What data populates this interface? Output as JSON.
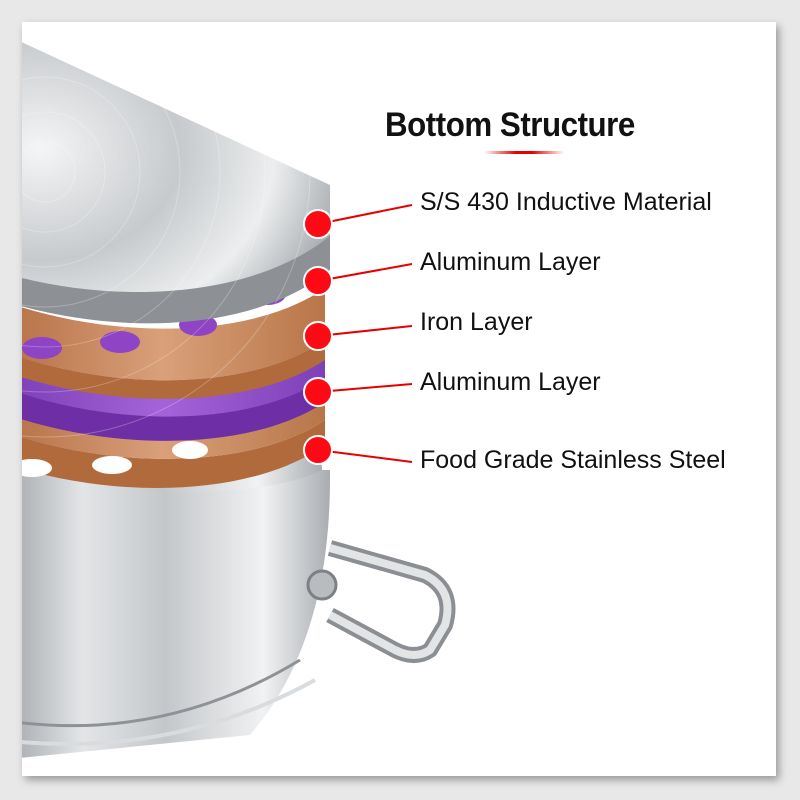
{
  "title": "Bottom Structure",
  "layers": [
    {
      "label": "S/S 430 Inductive Material",
      "color": "#c9ccd0"
    },
    {
      "label": "Aluminum Layer",
      "color": "#c8875a"
    },
    {
      "label": "Iron Layer",
      "color": "#8e44c4"
    },
    {
      "label": "Aluminum Layer",
      "color": "#c8875a"
    },
    {
      "label": "Food Grade Stainless Steel",
      "color": "#c9ccd0"
    }
  ],
  "colors": {
    "accent": "#e60000",
    "marker": "#ff0a14"
  }
}
